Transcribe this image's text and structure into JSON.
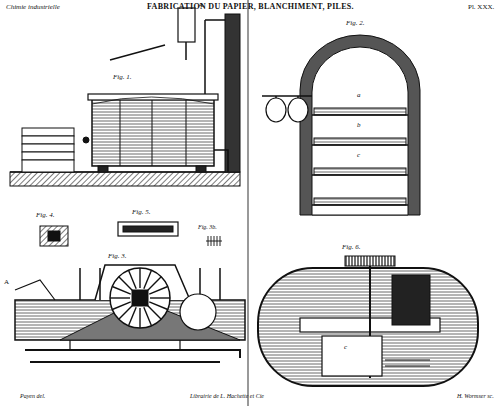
{
  "diagram": {
    "title": "FABRICATION DU PAPIER, BLANCHIMENT, PILES.",
    "labels": [
      "Chimie industrielle",
      "Pl. XXX.",
      "A",
      "Fig. 1.",
      "Fig. 2.",
      "a",
      "b",
      "c",
      "Fig. 4.",
      "Fig. 5.",
      "Fig. 3b.",
      "Fig. 3.",
      "A",
      "Fig. 6.",
      "c",
      "Payen del.",
      "Librairie de L. Hachette et Cie",
      "H. Wormser sc."
    ]
  }
}
